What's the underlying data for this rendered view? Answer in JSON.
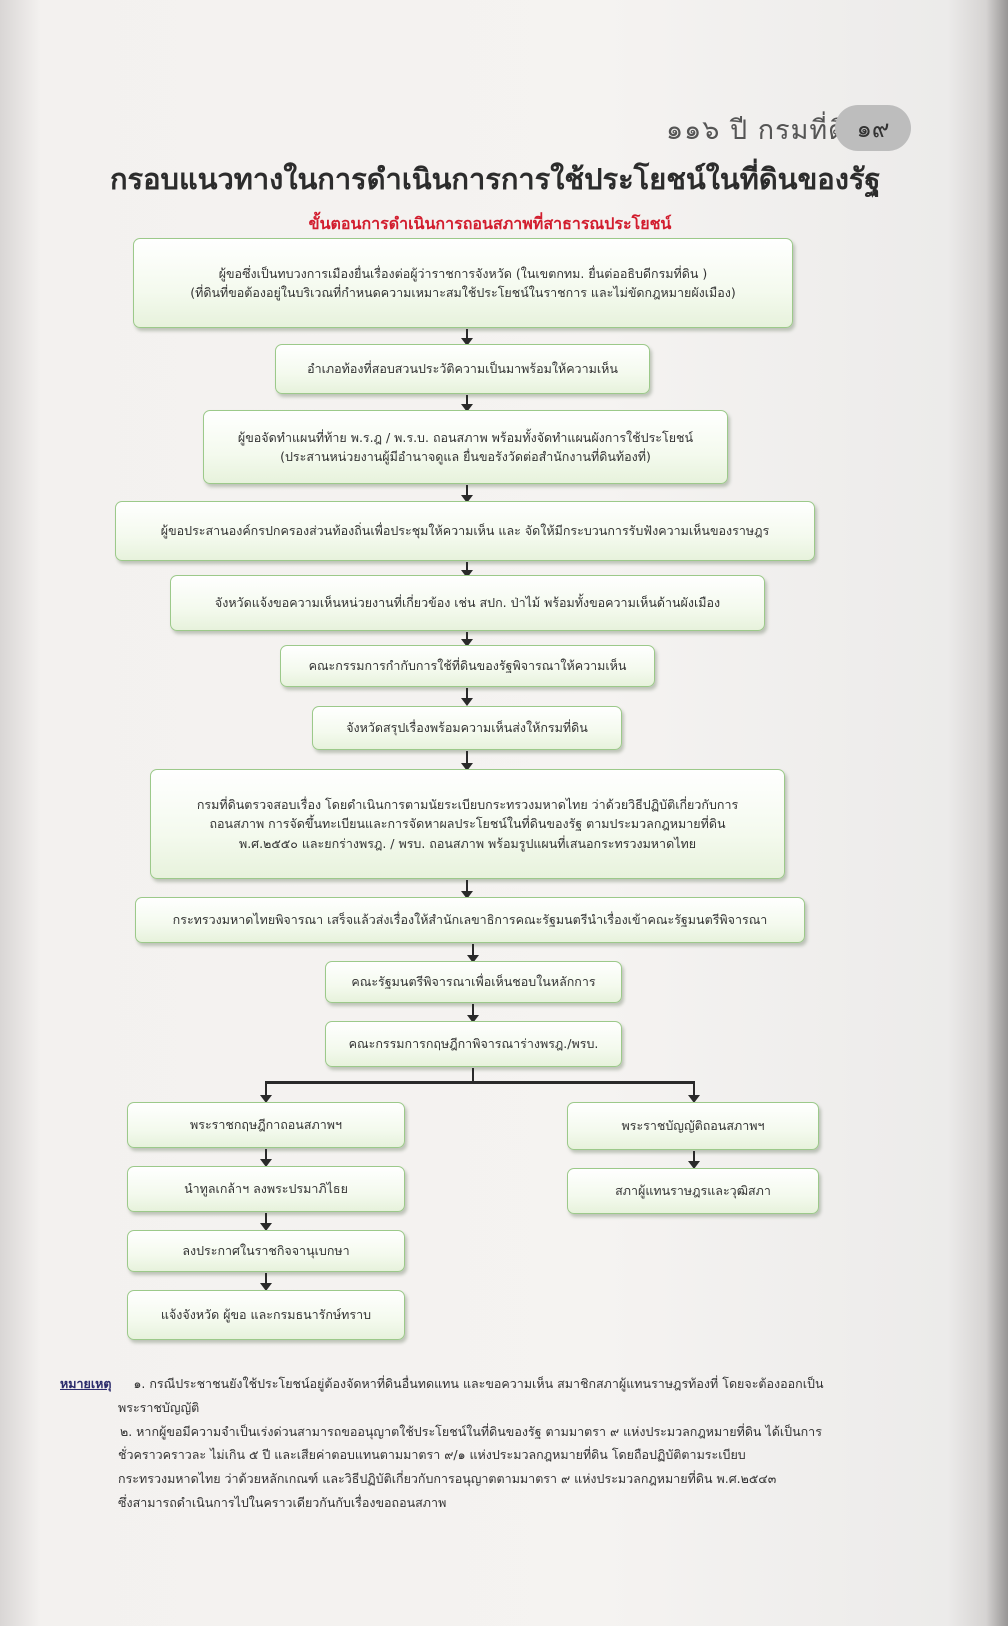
{
  "header": {
    "running_title": "๑๑๖ ปี กรมที่ดิน",
    "page_number": "๑๙"
  },
  "title": "กรอบแนวทางในการดำเนินการการใช้ประโยชน์ในที่ดินของรัฐ",
  "subtitle": "ขั้นตอนการดำเนินการถอนสภาพที่สาธารณประโยชน์",
  "colors": {
    "box_border": "#9cc98a",
    "subtitle": "#d21d2e",
    "arrow": "#2a2a2a"
  },
  "steps": [
    {
      "lines": [
        "ผู้ขอซึ่งเป็นทบวงการเมืองยื่นเรื่องต่อผู้ว่าราชการจังหวัด (ในเขตกทม. ยื่นต่ออธิบดีกรมที่ดิน )",
        "(ที่ดินที่ขอต้องอยู่ในบริเวณที่กำหนดความเหมาะสมใช้ประโยชน์ในราชการ  และไม่ขัดกฎหมายผังเมือง)"
      ]
    },
    {
      "lines": [
        "อำเภอท้องที่สอบสวนประวัติความเป็นมาพร้อมให้ความเห็น"
      ]
    },
    {
      "lines": [
        "ผู้ขอจัดทำแผนที่ท้าย พ.ร.ฎ / พ.ร.บ.  ถอนสภาพ พร้อมทั้งจัดทำแผนผังการใช้ประโยชน์",
        "(ประสานหน่วยงานผู้มีอำนาจดูแล  ยื่นขอรังวัดต่อสำนักงานที่ดินท้องที่)"
      ]
    },
    {
      "lines": [
        "ผู้ขอประสานองค์กรปกครองส่วนท้องถิ่นเพื่อประชุมให้ความเห็น  และ จัดให้มีกระบวนการรับฟังความเห็นของราษฎร"
      ]
    },
    {
      "lines": [
        "จังหวัดแจ้งขอความเห็นหน่วยงานที่เกี่ยวข้อง  เช่น  สปก. ป่าไม้ พร้อมทั้งขอความเห็นด้านผังเมือง"
      ]
    },
    {
      "lines": [
        "คณะกรรมการกำกับการใช้ที่ดินของรัฐพิจารณาให้ความเห็น"
      ]
    },
    {
      "lines": [
        "จังหวัดสรุปเรื่องพร้อมความเห็นส่งให้กรมที่ดิน"
      ]
    },
    {
      "lines": [
        "กรมที่ดินตรวจสอบเรื่อง โดยดำเนินการตามนัยระเบียบกระทรวงมหาดไทย  ว่าด้วยวิธีปฏิบัติเกี่ยวกับการ",
        "ถอนสภาพ การจัดขึ้นทะเบียนและการจัดหาผลประโยชน์ในที่ดินของรัฐ  ตามประมวลกฎหมายที่ดิน",
        "พ.ศ.๒๕๕๐  และยกร่างพรฎ. / พรบ. ถอนสภาพ พร้อมรูปแผนที่เสนอกระทรวงมหาดไทย"
      ]
    },
    {
      "lines": [
        "กระทรวงมหาดไทยพิจารณา  เสร็จแล้วส่งเรื่องให้สำนักเลขาธิการคณะรัฐมนตรีนำเรื่องเข้าคณะรัฐมนตรีพิจารณา"
      ]
    },
    {
      "lines": [
        "คณะรัฐมนตรีพิจารณาเพื่อเห็นชอบในหลักการ"
      ]
    },
    {
      "lines": [
        "คณะกรรมการกฤษฎีกาพิจารณาร่างพรฎ./พรบ."
      ]
    }
  ],
  "left_branch": [
    "พระราชกฤษฎีกาถอนสภาพฯ",
    "นำทูลเกล้าฯ  ลงพระปรมาภิไธย",
    "ลงประกาศในราชกิจจานุเบกษา",
    "แจ้งจังหวัด  ผู้ขอ และกรมธนารักษ์ทราบ"
  ],
  "right_branch": [
    "พระราชบัญญัติถอนสภาพฯ",
    "สภาผู้แทนราษฎรและวุฒิสภา"
  ],
  "notes": {
    "label": "หมายเหตุ",
    "note1_line1": "๑. กรณีประชาชนยังใช้ประโยชน์อยู่ต้องจัดหาที่ดินอื่นทดแทน และขอความเห็น  สมาชิกสภาผู้แทนราษฎรท้องที่ โดยจะต้องออกเป็น",
    "note1_line2": "พระราชบัญญัติ",
    "note2_line1": "๒. หากผู้ขอมีความจำเป็นเร่งด่วนสามารถขออนุญาตใช้ประโยชน์ในที่ดินของรัฐ ตามมาตรา  ๙ แห่งประมวลกฎหมายที่ดิน ได้เป็นการ",
    "note2_line2": "ชั่วคราวคราวละ ไม่เกิน  ๕  ปี และเสียค่าตอบแทนตามมาตรา ๙/๑ แห่งประมวลกฎหมายที่ดิน โดยถือปฏิบัติตามระเบียบ",
    "note2_line3": "กระทรวงมหาดไทย ว่าด้วยหลักเกณฑ์        และวิธีปฏิบัติเกี่ยวกับการอนุญาตตามมาตรา ๙ แห่งประมวลกฎหมายที่ดิน พ.ศ.๒๕๔๓",
    "note2_line4": "ซึ่งสามารถดำเนินการไปในคราวเดียวกันกับเรื่องขอถอนสภาพ"
  }
}
